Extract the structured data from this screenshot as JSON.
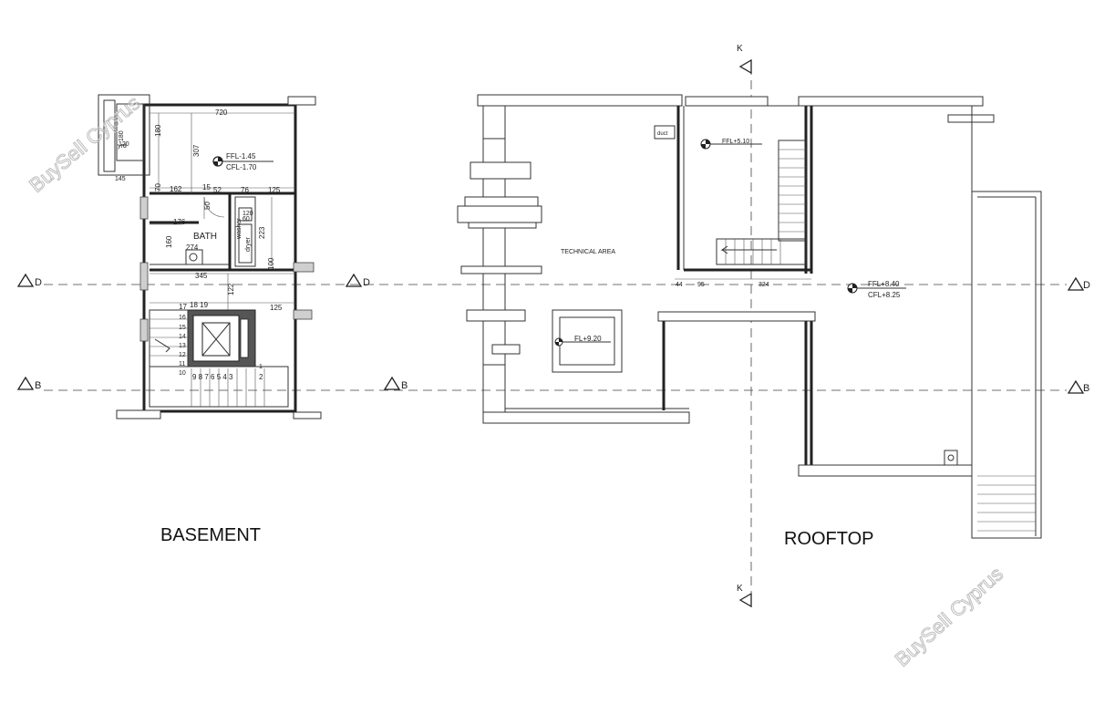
{
  "titles": {
    "basement": "BASEMENT",
    "rooftop": "ROOFTOP"
  },
  "watermark": "BuySell Cyprus",
  "markers": {
    "d": "D",
    "b": "B",
    "k": "K"
  },
  "basement": {
    "labels": {
      "bath": "BATH",
      "yard": "yrd"
    },
    "levels": {
      "ffl": "FFL-1.45",
      "cfl": "CFL-1.70"
    },
    "dims": {
      "d1": "180",
      "d120": "120",
      "d145": "145",
      "d720": "720",
      "d180": "180",
      "d307": "307",
      "d70": "70",
      "d162": "162",
      "d15": "15",
      "d52": "52",
      "d76": "76",
      "d125": "125",
      "d50": "50",
      "d120b": "120",
      "d60": "60",
      "d176": "176",
      "d160": "160",
      "d274": "274",
      "d223": "223",
      "d100": "100",
      "washer": "washer",
      "dryer": "dryer",
      "d345": "345",
      "d122": "122",
      "d125b": "125"
    },
    "steps": {
      "s17": "17",
      "s18_19": "18 19",
      "s16": "16",
      "s15": "15",
      "s14": "14",
      "s13": "13",
      "s12": "12",
      "s11": "11",
      "s10": "10",
      "row": "9  8  7  6  5  4  3",
      "s1": "1",
      "s2": "2"
    }
  },
  "rooftop": {
    "labels": {
      "technical_area": "TECHNICAL AREA",
      "duct": "duct"
    },
    "levels": {
      "fl": "FL+9.20",
      "ffl_upper": "FFL+5.10",
      "ffl": "FFL+8.40",
      "cfl": "CFL+8.25"
    },
    "dims": {
      "d44": "44",
      "d95": "95",
      "d324": "324"
    }
  }
}
